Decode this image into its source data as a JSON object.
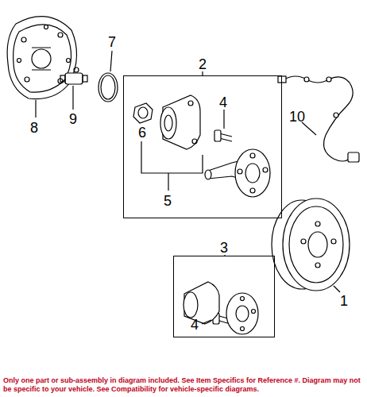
{
  "diagram": {
    "caption": "Only one part or sub-assembly in diagram included. See Item Specifics for Reference #. Diagram may not be specific to your vehicle. See Compatibility for vehicle-specific diagrams.",
    "nodes": [
      {
        "text": [
          "2"
        ]
      },
      {
        "text": [
          "3"
        ]
      }
    ],
    "labels": [
      "7",
      "8",
      "9",
      "6",
      "4",
      "5",
      "10",
      "1",
      "4"
    ]
  }
}
